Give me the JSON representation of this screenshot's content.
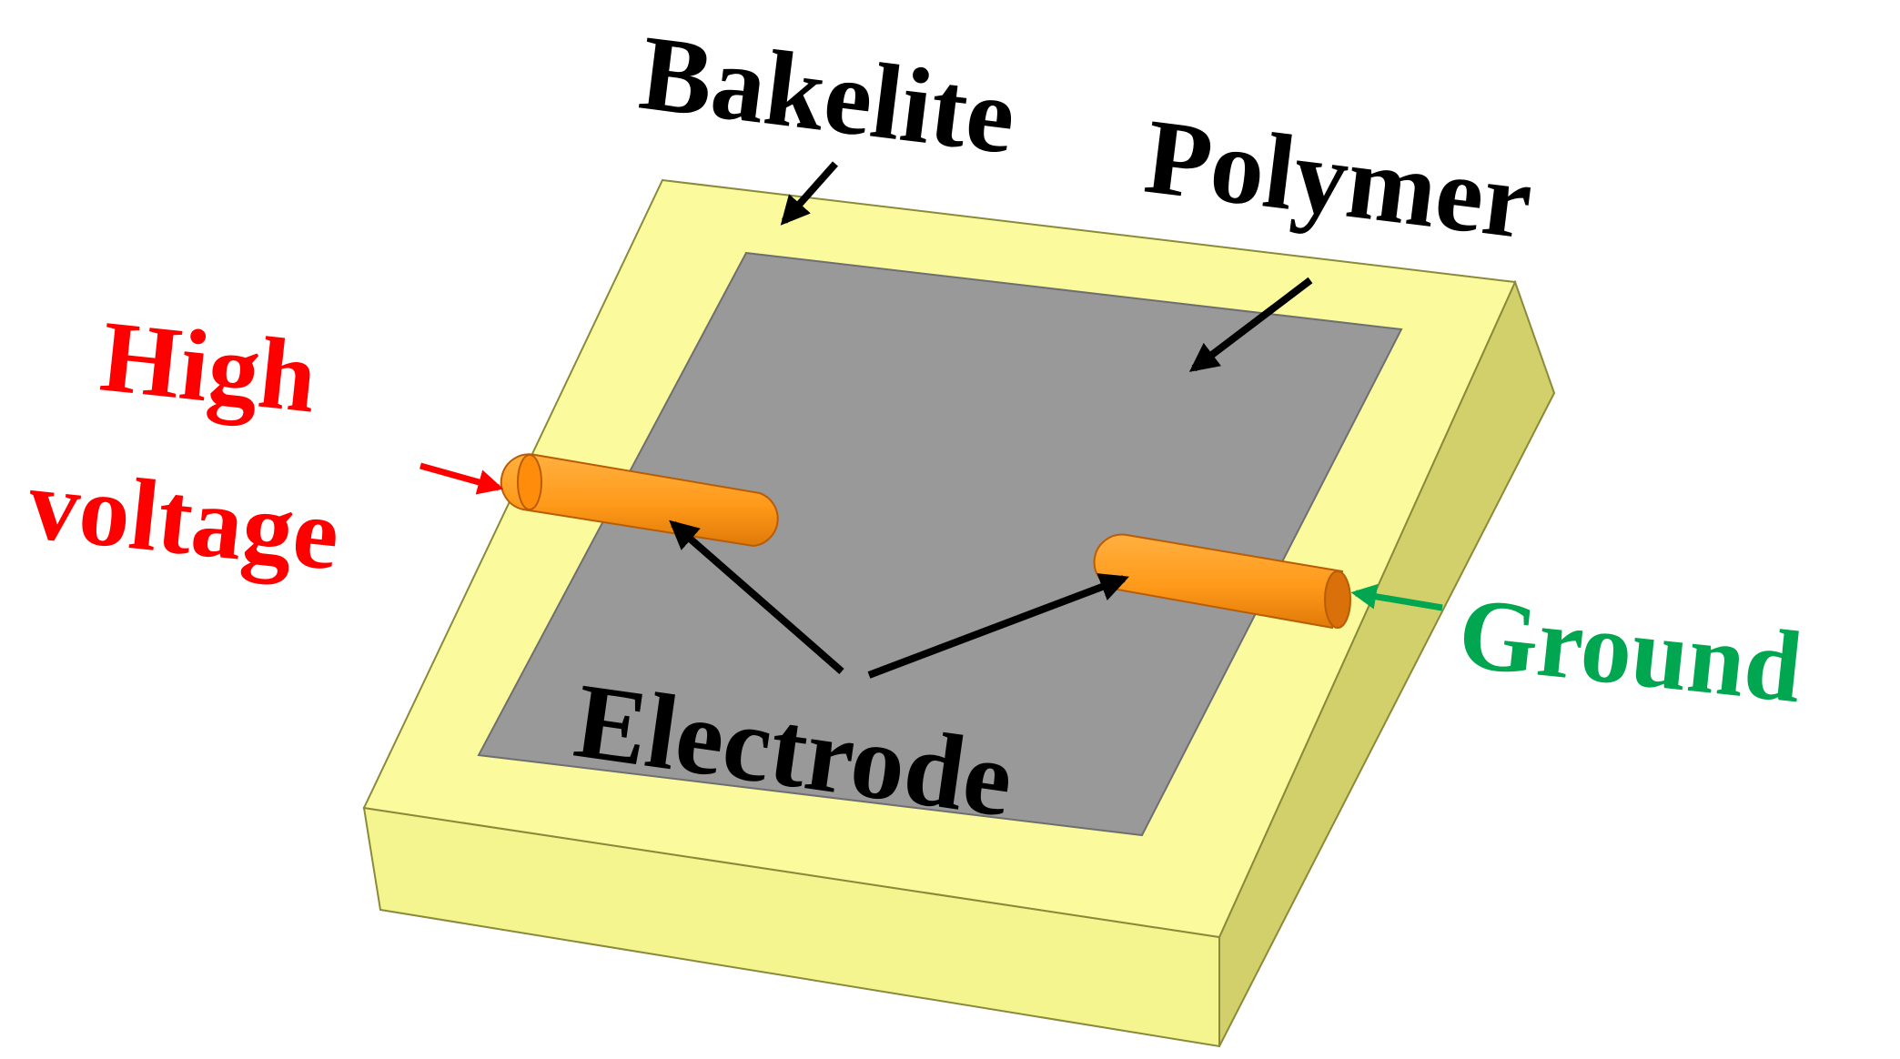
{
  "labels": {
    "bakelite": "Bakelite",
    "polymer": "Polymer",
    "high": "High",
    "voltage": "voltage",
    "ground": "Ground",
    "electrode": "Electrode"
  },
  "colors": {
    "bakelite_top": "#fbfb9e",
    "bakelite_front": "#f5f58f",
    "bakelite_side": "#d2d06a",
    "polymer": "#999999",
    "electrode": "#ff9a1a",
    "electrode_shade": "#d9700a",
    "high_voltage": "#ff0000",
    "ground": "#00a650",
    "annotation": "#000000"
  }
}
